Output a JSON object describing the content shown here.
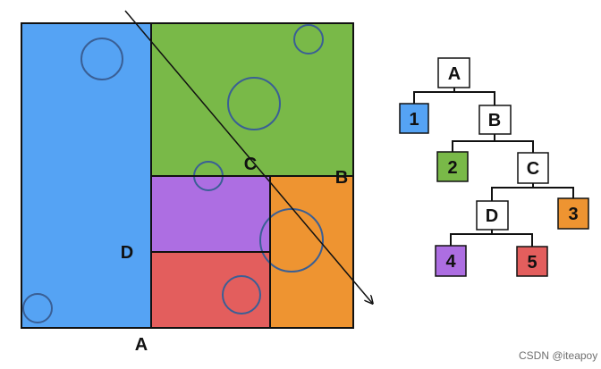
{
  "diagram": {
    "colors": {
      "region_1": "#55a3f4",
      "region_2": "#79b948",
      "region_3": "#ee9431",
      "region_4": "#ad6ee2",
      "region_5": "#e35e5d",
      "node_fill": "#ffffff",
      "circle_stroke": "#3a5f95",
      "outline": "#111111"
    },
    "split_labels": {
      "a": "A",
      "b": "B",
      "c": "C",
      "d": "D"
    },
    "tree": {
      "internal": {
        "a": "A",
        "b": "B",
        "c": "C",
        "d": "D"
      },
      "leaves": {
        "l1": "1",
        "l2": "2",
        "l3": "3",
        "l4": "4",
        "l5": "5"
      }
    }
  },
  "watermark": "CSDN @iteapoy"
}
